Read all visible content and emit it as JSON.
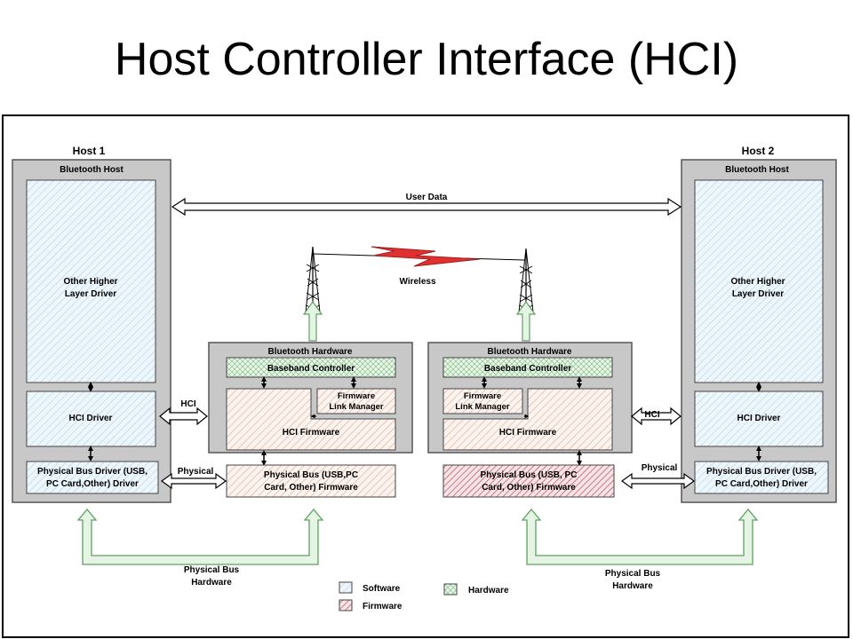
{
  "title": "Host Controller Interface (HCI)",
  "colors": {
    "frame": "#000000",
    "host_gray": "#c8c8c8",
    "software_fill": "#eef6fb",
    "software_hatch": "#aad4e8",
    "hardware_fill": "#eef8ee",
    "hardware_hatch": "#98c898",
    "firmware_fill": "#fbf3ee",
    "firmware_hatch": "#d8a898",
    "firmware_dark_hatch": "#c06070",
    "bolt_red": "#e03030",
    "arrow_green_fill": "#e6f4e6",
    "arrow_green_stroke": "#60a060"
  },
  "host1": {
    "title": "Host 1",
    "bluetooth_host": "Bluetooth Host",
    "upper_line1": "Other Higher",
    "upper_line2": "Layer Driver",
    "hci_driver": "HCI Driver",
    "bus_line1": "Physical Bus Driver (USB,",
    "bus_line2": "PC Card,Other) Driver"
  },
  "host2": {
    "title": "Host 2",
    "bluetooth_host": "Bluetooth Host",
    "upper_line1": "Other Higher",
    "upper_line2": "Layer Driver",
    "hci_driver": "HCI Driver",
    "bus_line1": "Physical Bus Driver (USB,",
    "bus_line2": "PC Card,Other) Driver"
  },
  "hw1": {
    "title": "Bluetooth Hardware",
    "baseband": "Baseband Controller",
    "lm_line1": "Firmware",
    "lm_line2": "Link Manager",
    "hci_fw": "HCI Firmware",
    "bus_line1": "Physical Bus (USB,PC",
    "bus_line2": "Card, Other) Firmware"
  },
  "hw2": {
    "title": "Bluetooth Hardware",
    "baseband": "Baseband Controller",
    "lm_line1": "Firmware",
    "lm_line2": "Link Manager",
    "hci_fw": "HCI Firmware",
    "bus_line1": "Physical Bus (USB, PC",
    "bus_line2": "Card, Other) Firmware"
  },
  "labels": {
    "user_data": "User Data",
    "wireless": "Wireless",
    "hci_left": "HCI",
    "hci_right": "HCI",
    "physical_left": "Physical",
    "physical_right": "Physical",
    "bus_hw_left_line1": "Physical Bus",
    "bus_hw_left_line2": "Hardware",
    "bus_hw_right_line1": "Physical Bus",
    "bus_hw_right_line2": "Hardware"
  },
  "legend": {
    "software": "Software",
    "firmware": "Firmware",
    "hardware": "Hardware"
  }
}
